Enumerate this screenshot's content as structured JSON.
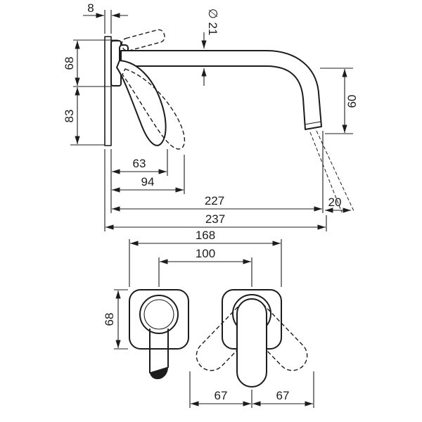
{
  "page": {
    "background": "#ffffff",
    "line_color": "#1c1c1c",
    "drawing_type": "wall-mounted basin mixer dimension drawing"
  },
  "side_view": {
    "dims": {
      "plate_thickness": "8",
      "spout_diameter": "∅ 21",
      "h68": "68",
      "h83": "83",
      "h60": "60",
      "w63": "63",
      "w94": "94",
      "w227": "227",
      "spray20": "20",
      "w237": "237"
    }
  },
  "front_view": {
    "dims": {
      "w168": "168",
      "w100": "100",
      "h68": "68",
      "left67": "67",
      "right67": "67"
    }
  }
}
